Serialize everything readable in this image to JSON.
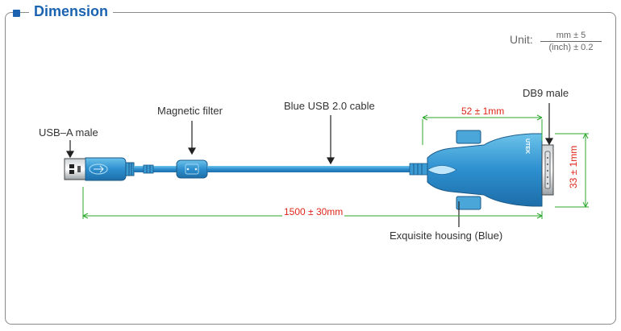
{
  "title": "Dimension",
  "unit": {
    "label": "Unit:",
    "numerator": "mm ± 5",
    "denominator": "(inch) ± 0.2"
  },
  "labels": {
    "usb_a": "USB–A male",
    "magnetic_filter": "Magnetic filter",
    "cable": "Blue USB 2.0 cable",
    "db9": "DB9 male",
    "housing": "Exquisite housing (Blue)"
  },
  "dimensions": {
    "width": "52 ± 1mm",
    "height": "33 ± 1mm",
    "length": "1500 ± 30mm"
  },
  "brand": "UTEK",
  "colors": {
    "title": "#1b63b0",
    "cable": "#3f9fd0",
    "housing": "#2e8ccf",
    "dim_line": "#2ea82e",
    "dim_text": "#e0261a"
  }
}
